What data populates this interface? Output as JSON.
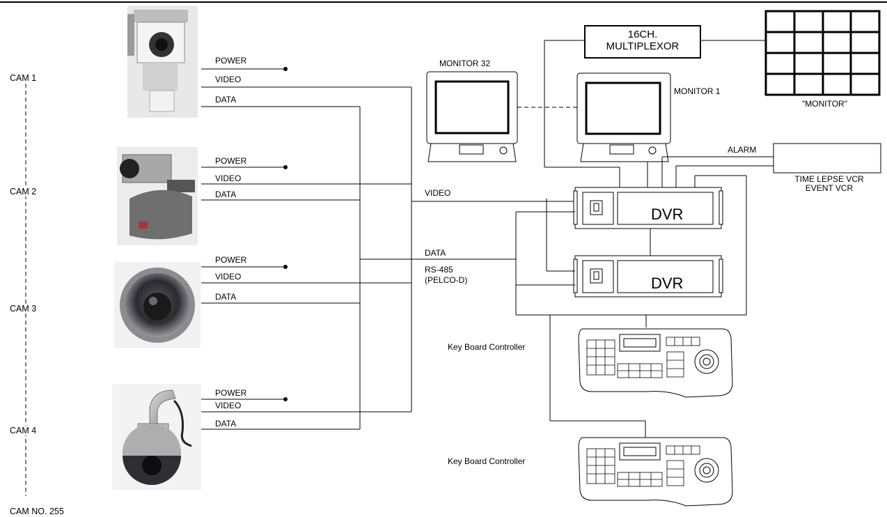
{
  "cameras": [
    {
      "label": "CAM 1",
      "signals": [
        "POWER",
        "VIDEO",
        "DATA"
      ]
    },
    {
      "label": "CAM 2",
      "signals": [
        "POWER",
        "VIDEO",
        "DATA"
      ]
    },
    {
      "label": "CAM 3",
      "signals": [
        "POWER",
        "VIDEO",
        "DATA"
      ]
    },
    {
      "label": "CAM 4",
      "signals": [
        "POWER",
        "VIDEO",
        "DATA"
      ]
    },
    {
      "label": "CAM NO. 255"
    }
  ],
  "trunk": {
    "video_label": "VIDEO",
    "data_label": "DATA",
    "protocol_line1": "RS-485",
    "protocol_line2": "(PELCO-D)"
  },
  "monitors": {
    "left_label": "MONITOR 32",
    "right_label": "MONITOR 1"
  },
  "multiplexor": {
    "line1": "16CH.",
    "line2": "MULTIPLEXOR"
  },
  "wall_monitor": {
    "caption": "\"MONITOR\""
  },
  "alarm": {
    "label": "ALARM"
  },
  "vcr": {
    "line1": "TIME LEPSE VCR",
    "line2": "EVENT VCR"
  },
  "dvrs": [
    {
      "label": "DVR"
    },
    {
      "label": "DVR"
    }
  ],
  "keyboards": [
    {
      "label": "Key Board Controller"
    },
    {
      "label": "Key Board Controller"
    }
  ]
}
